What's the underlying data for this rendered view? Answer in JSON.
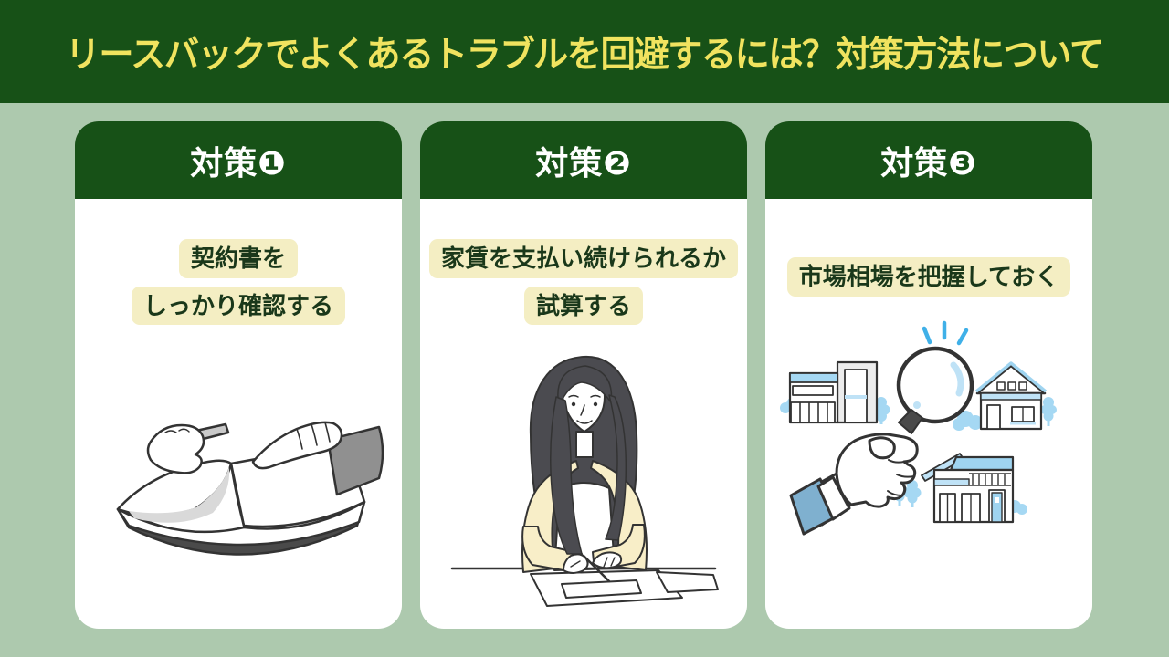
{
  "banner": {
    "title": "リースバックでよくあるトラブルを回避するには？対策方法について"
  },
  "cards": [
    {
      "header": "対策❶",
      "lines": [
        "契約書を",
        "しっかり確認する"
      ],
      "illustration": "open-book-reading"
    },
    {
      "header": "対策❷",
      "lines": [
        "家賃を支払い続けられるか",
        "試算する"
      ],
      "illustration": "woman-writing-at-desk"
    },
    {
      "header": "対策❸",
      "lines": [
        "市場相場を把握しておく"
      ],
      "illustration": "hand-magnifier-houses"
    }
  ],
  "colors": {
    "banner_bg": "#175117",
    "banner_text": "#f0e35f",
    "page_bg": "#adc9ae",
    "card_bg": "#ffffff",
    "card_header_bg": "#175117",
    "card_header_text": "#ffffff",
    "highlight_bg": "#f4eec3",
    "highlight_text": "#1a381a",
    "illustration_line": "#333333",
    "illustration_blue": "#a5d8f3",
    "illustration_pale_blue": "#bfe2f6",
    "sleeve_blue": "#7fb0cf",
    "jacket_cream": "#f8eec8",
    "hair_gray": "#4b4b50"
  }
}
